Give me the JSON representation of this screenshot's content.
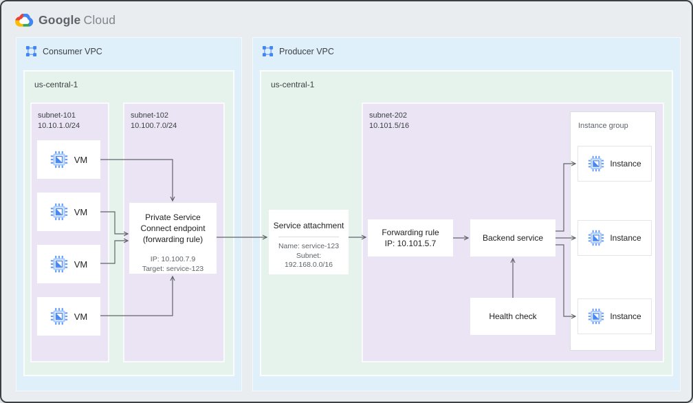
{
  "logo": {
    "google": "Google",
    "cloud": "Cloud"
  },
  "consumer_vpc": {
    "label": "Consumer VPC",
    "region_label": "us-central-1",
    "subnet101": {
      "name": "subnet-101",
      "cidr": "10.10.1.0/24"
    },
    "subnet102": {
      "name": "subnet-102",
      "cidr": "10.100.7.0/24"
    },
    "vm_labels": [
      "VM",
      "VM",
      "VM",
      "VM"
    ],
    "psc": {
      "title": "Private Service Connect endpoint (forwarding rule)",
      "ip_line": "IP: 10.100.7.9",
      "target_line": "Target: service-123"
    }
  },
  "producer_vpc": {
    "label": "Producer VPC",
    "region_label": "us-central-1",
    "service_attachment": {
      "title": "Service attachment",
      "name_line": "Name: service-123",
      "subnet_line1": "Subnet:",
      "subnet_line2": "192.168.0.0/16"
    },
    "subnet202": {
      "name": "subnet-202",
      "cidr": "10.101.5/16"
    },
    "forwarding_rule": {
      "line1": "Forwarding rule",
      "line2": "IP: 10.101.5.7"
    },
    "backend_service": {
      "label": "Backend service"
    },
    "health_check": {
      "label": "Health check"
    },
    "instance_group": {
      "label": "Instance group",
      "instances": [
        "Instance",
        "Instance",
        "Instance"
      ]
    }
  },
  "colors": {
    "accent_blue": "#4285f4",
    "vpc_bg": "#e0f0fb",
    "region_bg": "#e6f3ec",
    "subnet_bg": "#ebe4f4",
    "arrow": "#5f6368"
  }
}
